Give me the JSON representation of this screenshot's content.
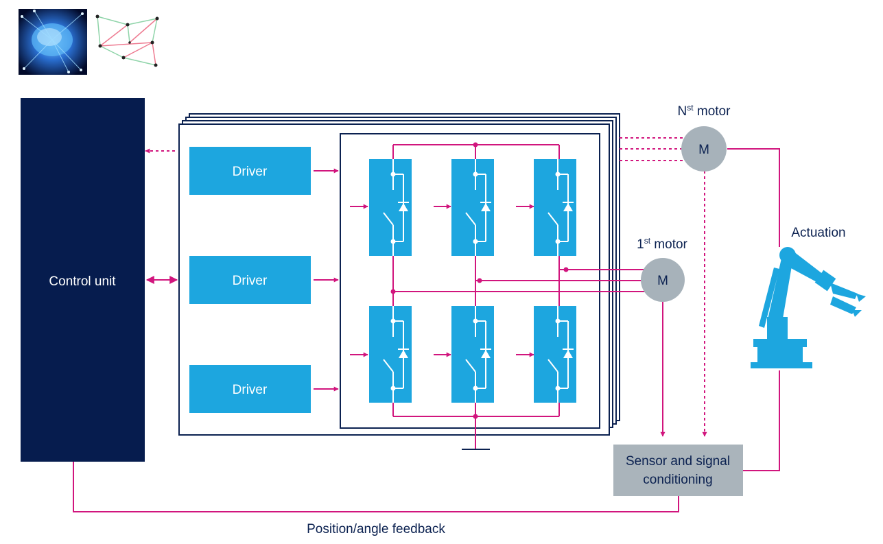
{
  "colors": {
    "control_unit": "#061c4e",
    "driver": "#1da6df",
    "switch": "#1da6df",
    "wire": "#d1157d",
    "frame": "#0b2150",
    "motor": "#a7b2ba",
    "sensor": "#aab4bb",
    "robot": "#1da6df"
  },
  "icons": [
    "brain-network-icon",
    "graph-network-icon",
    "robot-arm-icon"
  ],
  "control_unit": {
    "label": "Control unit"
  },
  "drivers": [
    {
      "label": "Driver"
    },
    {
      "label": "Driver"
    },
    {
      "label": "Driver"
    }
  ],
  "motors": {
    "nth": {
      "prefix": "N",
      "superscript": "st",
      "suffix": " motor",
      "symbol": "M"
    },
    "first": {
      "prefix": "1",
      "superscript": "st",
      "suffix": " motor",
      "symbol": "M"
    }
  },
  "actuation": {
    "label": "Actuation"
  },
  "sensor": {
    "line1": "Sensor and signal",
    "line2": "conditioning"
  },
  "feedback": {
    "label": "Position/angle feedback"
  }
}
